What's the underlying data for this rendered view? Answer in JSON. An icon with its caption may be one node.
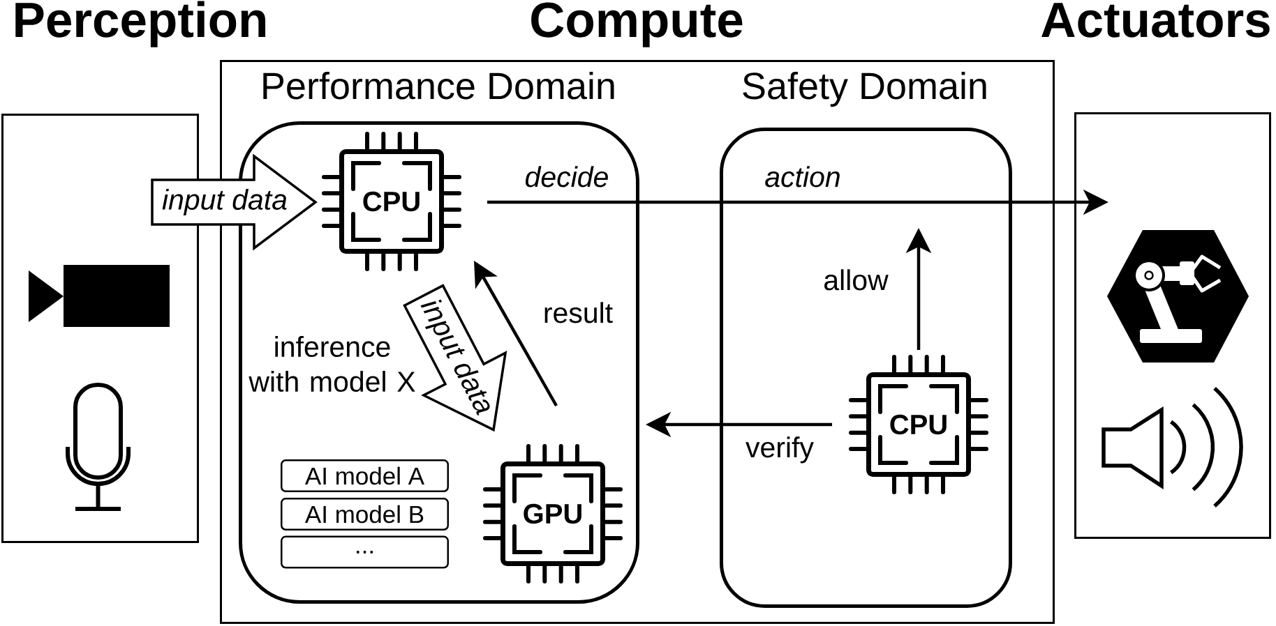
{
  "diagram": {
    "nodes": [
      {
        "text": [
          "Perception"
        ]
      },
      {
        "text": [
          "Compute"
        ]
      },
      {
        "text": [
          "Performance Domain"
        ],
        "in": 1
      },
      {
        "text": [
          "CPU"
        ],
        "in": 2
      },
      {
        "text": [
          "AI model A"
        ],
        "in": 2
      },
      {
        "text": [
          "AI model B"
        ],
        "in": 2
      },
      {
        "text": [
          "..."
        ],
        "in": 2
      },
      {
        "text": [
          "GPU"
        ],
        "in": 2
      },
      {
        "text": [
          "Safety Domain"
        ],
        "in": 1
      },
      {
        "text": [
          "CPU"
        ],
        "in": 8
      },
      {
        "text": [
          "Actuators"
        ]
      }
    ],
    "edges": [
      {
        "from": 0,
        "to": 3,
        "arrow": "to",
        "label": "input data",
        "style": "thick"
      },
      {
        "from": 3,
        "to": 10,
        "arrow": "to",
        "label": "decide"
      },
      {
        "from": 3,
        "to": 7,
        "arrow": "to",
        "label": "input data",
        "style": "thick"
      },
      {
        "from": 7,
        "to": 3,
        "arrow": "to",
        "label": "result"
      },
      {
        "from": 9,
        "to": null,
        "arrow": "to",
        "label": "allow"
      },
      {
        "from": 9,
        "to": 2,
        "arrow": "to",
        "label": "verify"
      }
    ],
    "labels": [
      "action",
      "inference with model X"
    ]
  }
}
